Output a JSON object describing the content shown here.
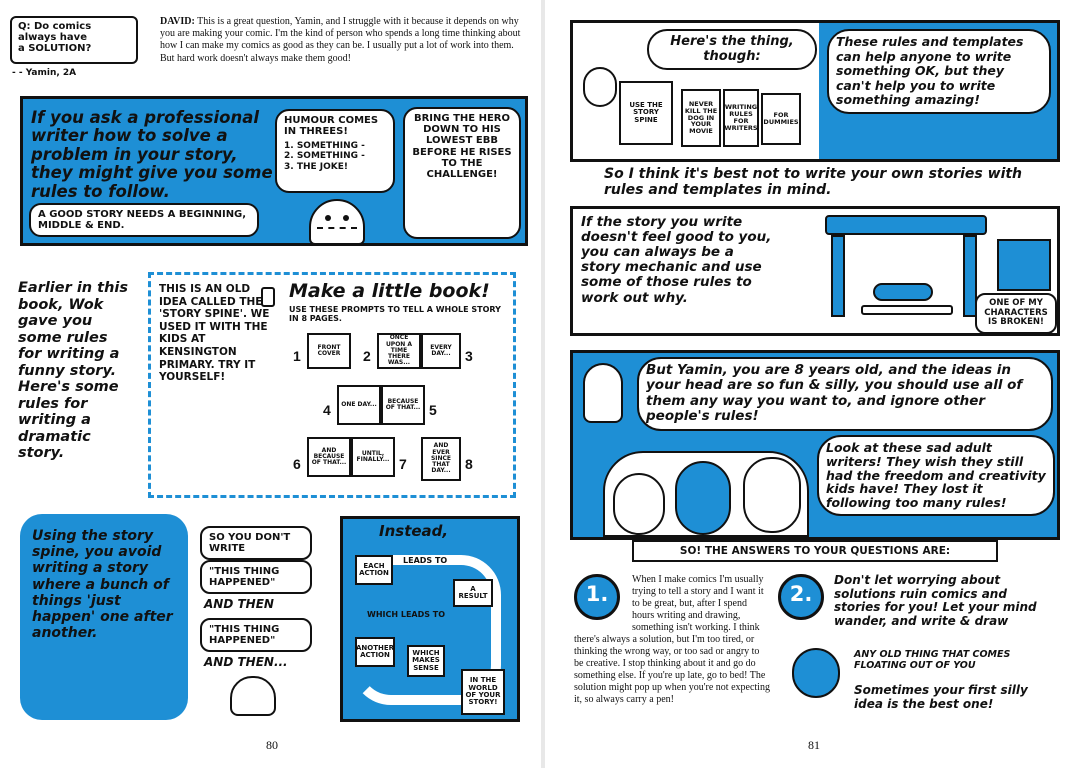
{
  "left_page": {
    "question_box": "Q: Do comics\nalways have\na SOLUTION?",
    "question_author": "- - Yamin, 2A",
    "david_label": "DAVID:",
    "david_text": "This is a great question, Yamin, and I struggle with it because it depends on why you are making your comic. I'm the kind of person who spends a long time thinking about how I can make my comics as good as they can be. I usually put a lot of work into them. But hard work doesn't always make them good!",
    "panel1_text": "If you ask a professional writer how to solve a problem in your story, they might give you some rules to follow.",
    "panel1_bubble_beginning": "A GOOD STORY NEEDS A BEGINNING, MIDDLE & END.",
    "panel1_bubble_humour": "HUMOUR COMES IN THREES!",
    "panel1_bubble_list": "1. SOMETHING -\n2. SOMETHING -\n3. THE JOKE!",
    "panel1_bubble_hero": "BRING THE HERO DOWN TO HIS LOWEST EBB BEFORE HE RISES TO THE CHALLENGE!",
    "earlier_text": "Earlier in this book, Wok gave you some rules for writing a funny story. Here's some rules for writing a dramatic story.",
    "old_idea_text": "THIS IS AN OLD IDEA CALLED THE 'STORY SPINE'. WE USED IT WITH THE KIDS AT KENSINGTON PRIMARY. TRY IT YOURSELF!",
    "book_title": "Make a little book!",
    "book_subtitle": "USE THESE PROMPTS TO TELL A WHOLE STORY IN 8 PAGES.",
    "book_pages": [
      {
        "n": "1",
        "text": "FRONT COVER"
      },
      {
        "n": "2",
        "text": "ONCE UPON A TIME THERE WAS..."
      },
      {
        "n": "3",
        "text": "EVERY DAY..."
      },
      {
        "n": "4",
        "text": "ONE DAY..."
      },
      {
        "n": "5",
        "text": "BECAUSE OF THAT..."
      },
      {
        "n": "6",
        "text": "AND BECAUSE OF THAT..."
      },
      {
        "n": "7",
        "text": "UNTIL, FINALLY..."
      },
      {
        "n": "8",
        "text": "AND EVER SINCE THAT DAY..."
      }
    ],
    "spine_text": "Using the story spine, you avoid writing a story where a bunch of things 'just happen' one after another.",
    "dont_write_bubbles": [
      "SO YOU DON'T WRITE",
      "\"THIS THING HAPPENED\"",
      "AND THEN",
      "\"THIS THING HAPPENED\"",
      "AND THEN..."
    ],
    "instead_title": "Instead,",
    "instead_flow": [
      "EACH ACTION",
      "LEADS TO",
      "A RESULT",
      "WHICH LEADS TO",
      "ANOTHER ACTION",
      "WHICH MAKES SENSE",
      "IN THE WORLD OF YOUR STORY!"
    ],
    "page_number": "80"
  },
  "right_page": {
    "panel_thing": "Here's the thing, though:",
    "panel_rules_text": "These rules and templates can help anyone to write something OK, but they can't help you to write something amazing!",
    "book_labels": [
      "USE THE STORY SPINE",
      "NEVER KILL THE DOG IN YOUR MOVIE",
      "WRITING RULES FOR WRITERS",
      "FOR DUMMIES"
    ],
    "think_text": "So I think it's best not to write your own stories with rules and templates in mind.",
    "mechanic_text": "If the story you write doesn't feel good to you, you can always be a story mechanic and use some of those rules to work out why.",
    "mechanic_caption": "ONE OF MY CHARACTERS IS BROKEN!",
    "yamin_text": "But Yamin, you are 8 years old, and the ideas in your head are so fun & silly, you should use all of them any way you want to, and ignore other people's rules!",
    "sad_text": "Look at these sad adult writers! They wish they still had the freedom and creativity kids have! They lost it following too many rules!",
    "answers_banner": "SO! THE ANSWERS TO YOUR QUESTIONS ARE:",
    "answer1_num": "1.",
    "answer1_text": "When I make comics I'm usually trying to tell a story and I want it to be great, but, after I spend hours writing and drawing, something isn't working. I think there's always a solution, but I'm too tired, or thinking the wrong way, or too sad or angry to be creative. I stop thinking about it and go do something else. If you're up late, go to bed! The solution might pop up when you're not expecting it, so always carry a pen!",
    "answer2_num": "2.",
    "answer2_text": "Don't let worrying about solutions ruin comics and stories for you! Let your mind wander, and write & draw",
    "answer2_floating": "ANY OLD THING THAT COMES FLOATING OUT OF YOU",
    "answer2_bottom": "Sometimes your first silly idea is the best one!",
    "page_number": "81"
  },
  "colors": {
    "accent_blue": "#1e8fd5",
    "ink": "#111111",
    "paper": "#ffffff"
  }
}
